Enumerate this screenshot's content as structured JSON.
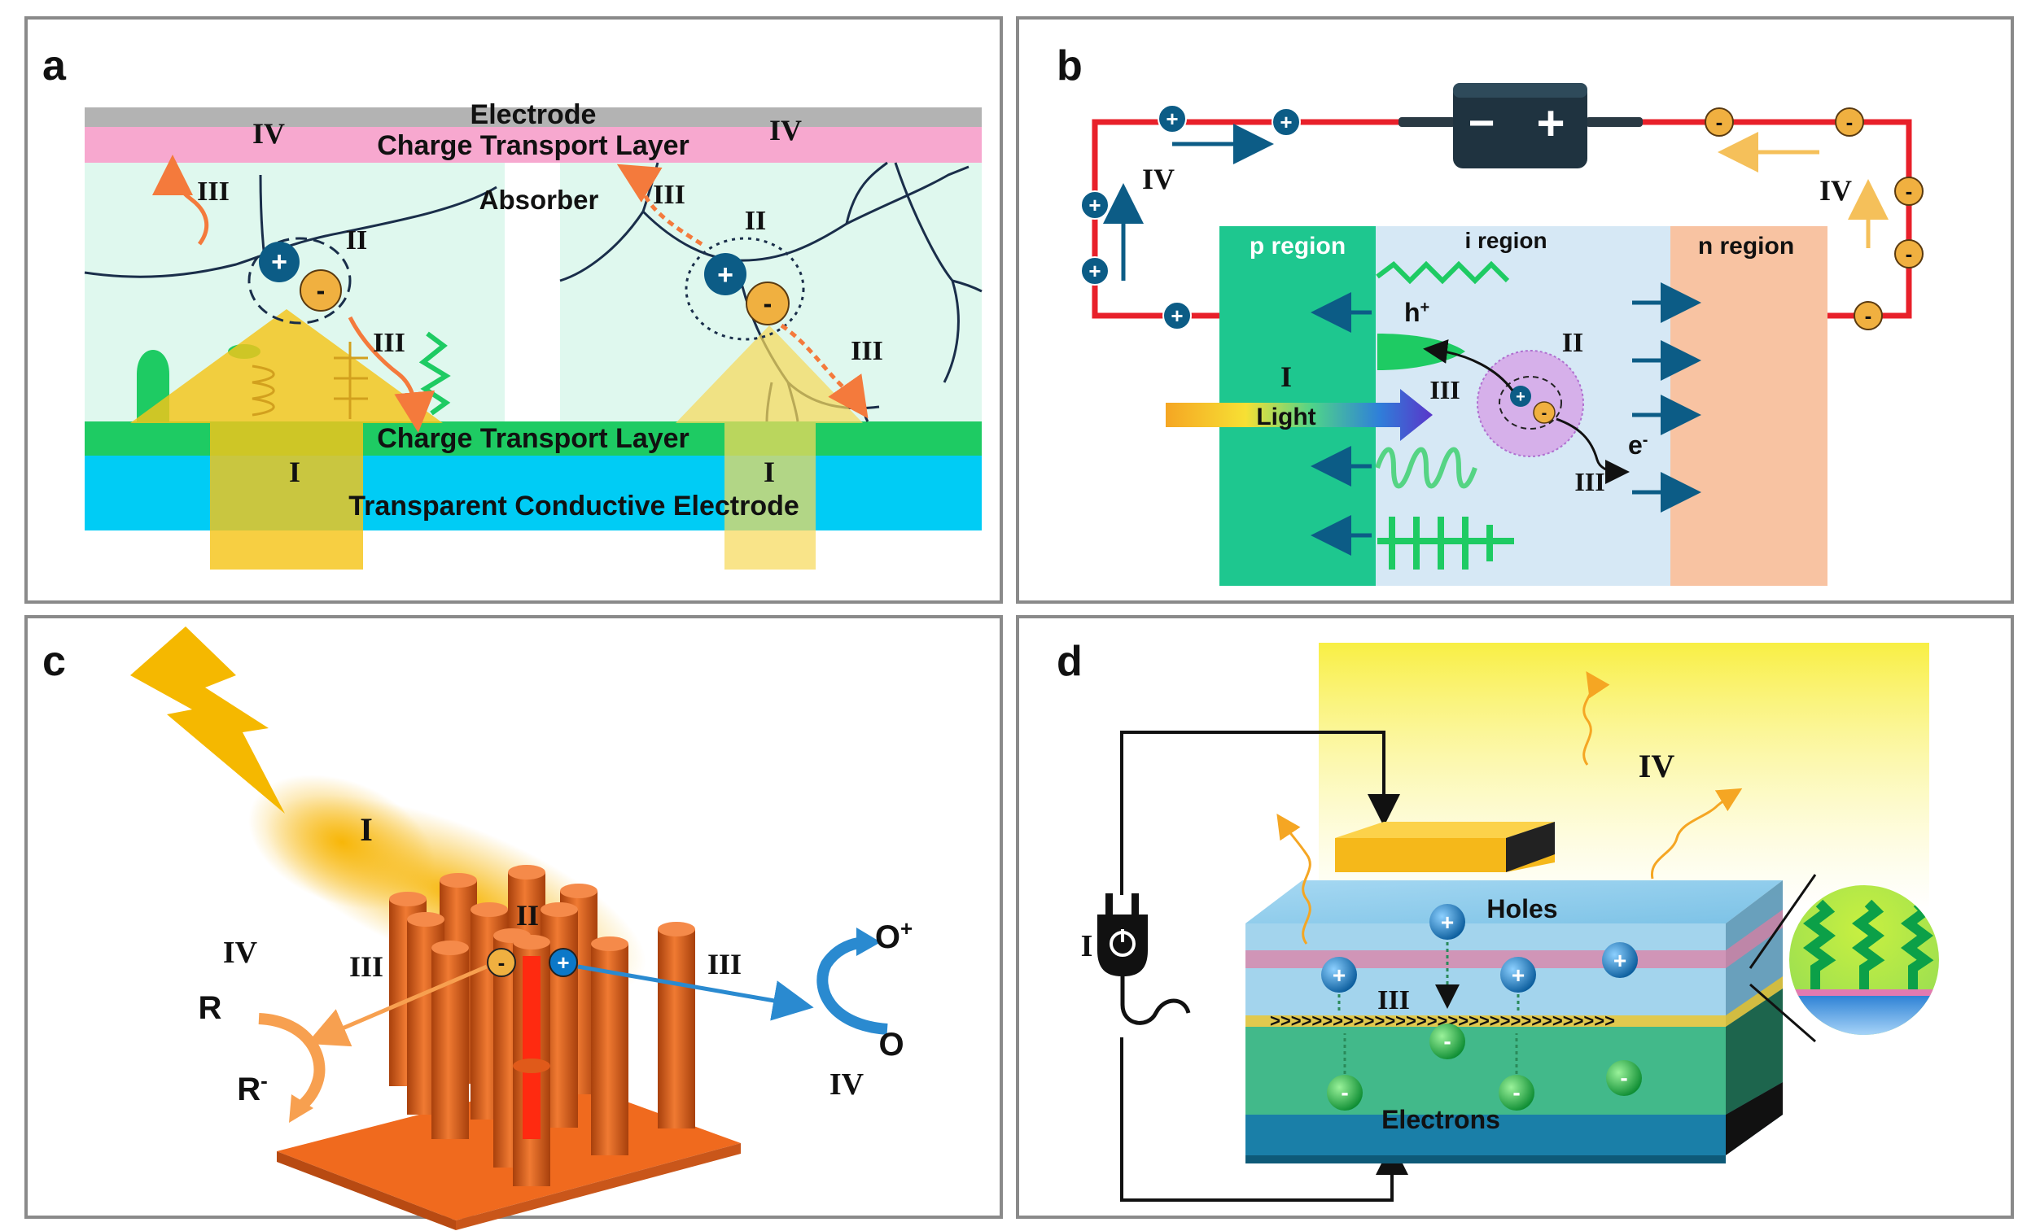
{
  "panels": {
    "a": {
      "letter": "a",
      "electrode": "Electrode",
      "top_ctl": "Charge Transport Layer",
      "absorber": "Absorber",
      "bottom_ctl": "Charge Transport Layer",
      "tce": "Transparent Conductive Electrode",
      "roman": {
        "i": "I",
        "ii": "II",
        "iii": "III",
        "iv": "IV"
      },
      "plus": "+",
      "minus": "-"
    },
    "b": {
      "letter": "b",
      "p_region": "p region",
      "i_region": "i region",
      "n_region": "n region",
      "light": "Light",
      "hole": "h+",
      "electron": "e-",
      "battery_minus": "−",
      "battery_plus": "+",
      "roman": {
        "i": "I",
        "ii": "II",
        "iii": "III",
        "iv": "IV"
      },
      "plus": "+",
      "minus": "-"
    },
    "c": {
      "letter": "c",
      "r": "R",
      "r_minus": "R-",
      "o": "O",
      "o_plus": "O+",
      "roman": {
        "i": "I",
        "ii": "II",
        "iii": "III",
        "iv": "IV"
      },
      "plus": "+",
      "minus": "-"
    },
    "d": {
      "letter": "d",
      "holes": "Holes",
      "electrons": "Electrons",
      "roman": {
        "i": "I",
        "iii": "III",
        "iv": "IV"
      },
      "plus": "+",
      "minus": "-"
    }
  },
  "colors": {
    "frame": "#8a8a8a",
    "electrode": "#b3b3b3",
    "ctl_pink": "#f7a8cf",
    "absorber": "#dff8ee",
    "ctl_green": "#1ecb63",
    "tce": "#00ccf5",
    "light_yellow": "#f5c518",
    "hole_blue": "#0c5c86",
    "electron_orange": "#f0b040",
    "circuit_red": "#e8202a",
    "p_region": "#1ec78f",
    "i_region": "#d6e8f5",
    "n_region": "#f8c3a2",
    "nanorod": "#e2661e"
  }
}
